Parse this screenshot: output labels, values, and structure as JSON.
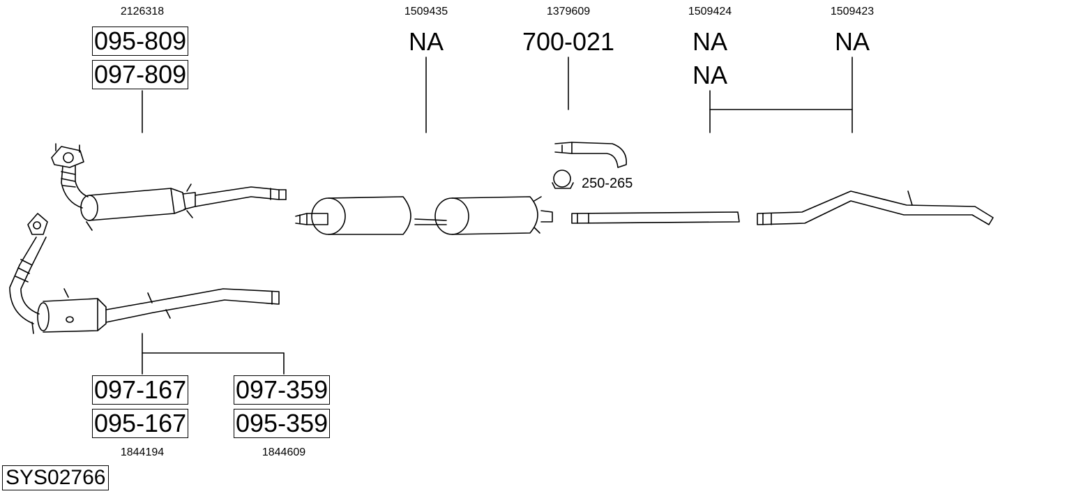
{
  "system_code": "SYS02766",
  "top_refs": {
    "r1": "2126318",
    "r2": "1509435",
    "r3": "1379609",
    "r4": "1509424",
    "r5": "1509423"
  },
  "bottom_refs": {
    "b1": "1844194",
    "b2": "1844609"
  },
  "codes": {
    "c1": "095-809",
    "c2": "097-809",
    "c3": "NA",
    "c4": "700-021",
    "c5": "NA",
    "c6": "NA",
    "c7": "NA",
    "c8": "097-167",
    "c9": "095-167",
    "c10": "097-359",
    "c11": "095-359"
  },
  "clamp_label": "250-265"
}
